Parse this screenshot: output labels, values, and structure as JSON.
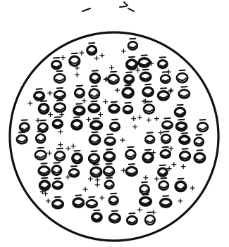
{
  "figure": {
    "subject": "sphere-with-embedded-charges",
    "style": "hand-drawn-ink-sketch",
    "colors": {
      "ink": "#111111",
      "background": "#ffffff"
    },
    "glyphs": {
      "positive": "+",
      "negative": "−"
    },
    "counts": {
      "negative_particles": 80,
      "positive_charges": 60
    }
  }
}
